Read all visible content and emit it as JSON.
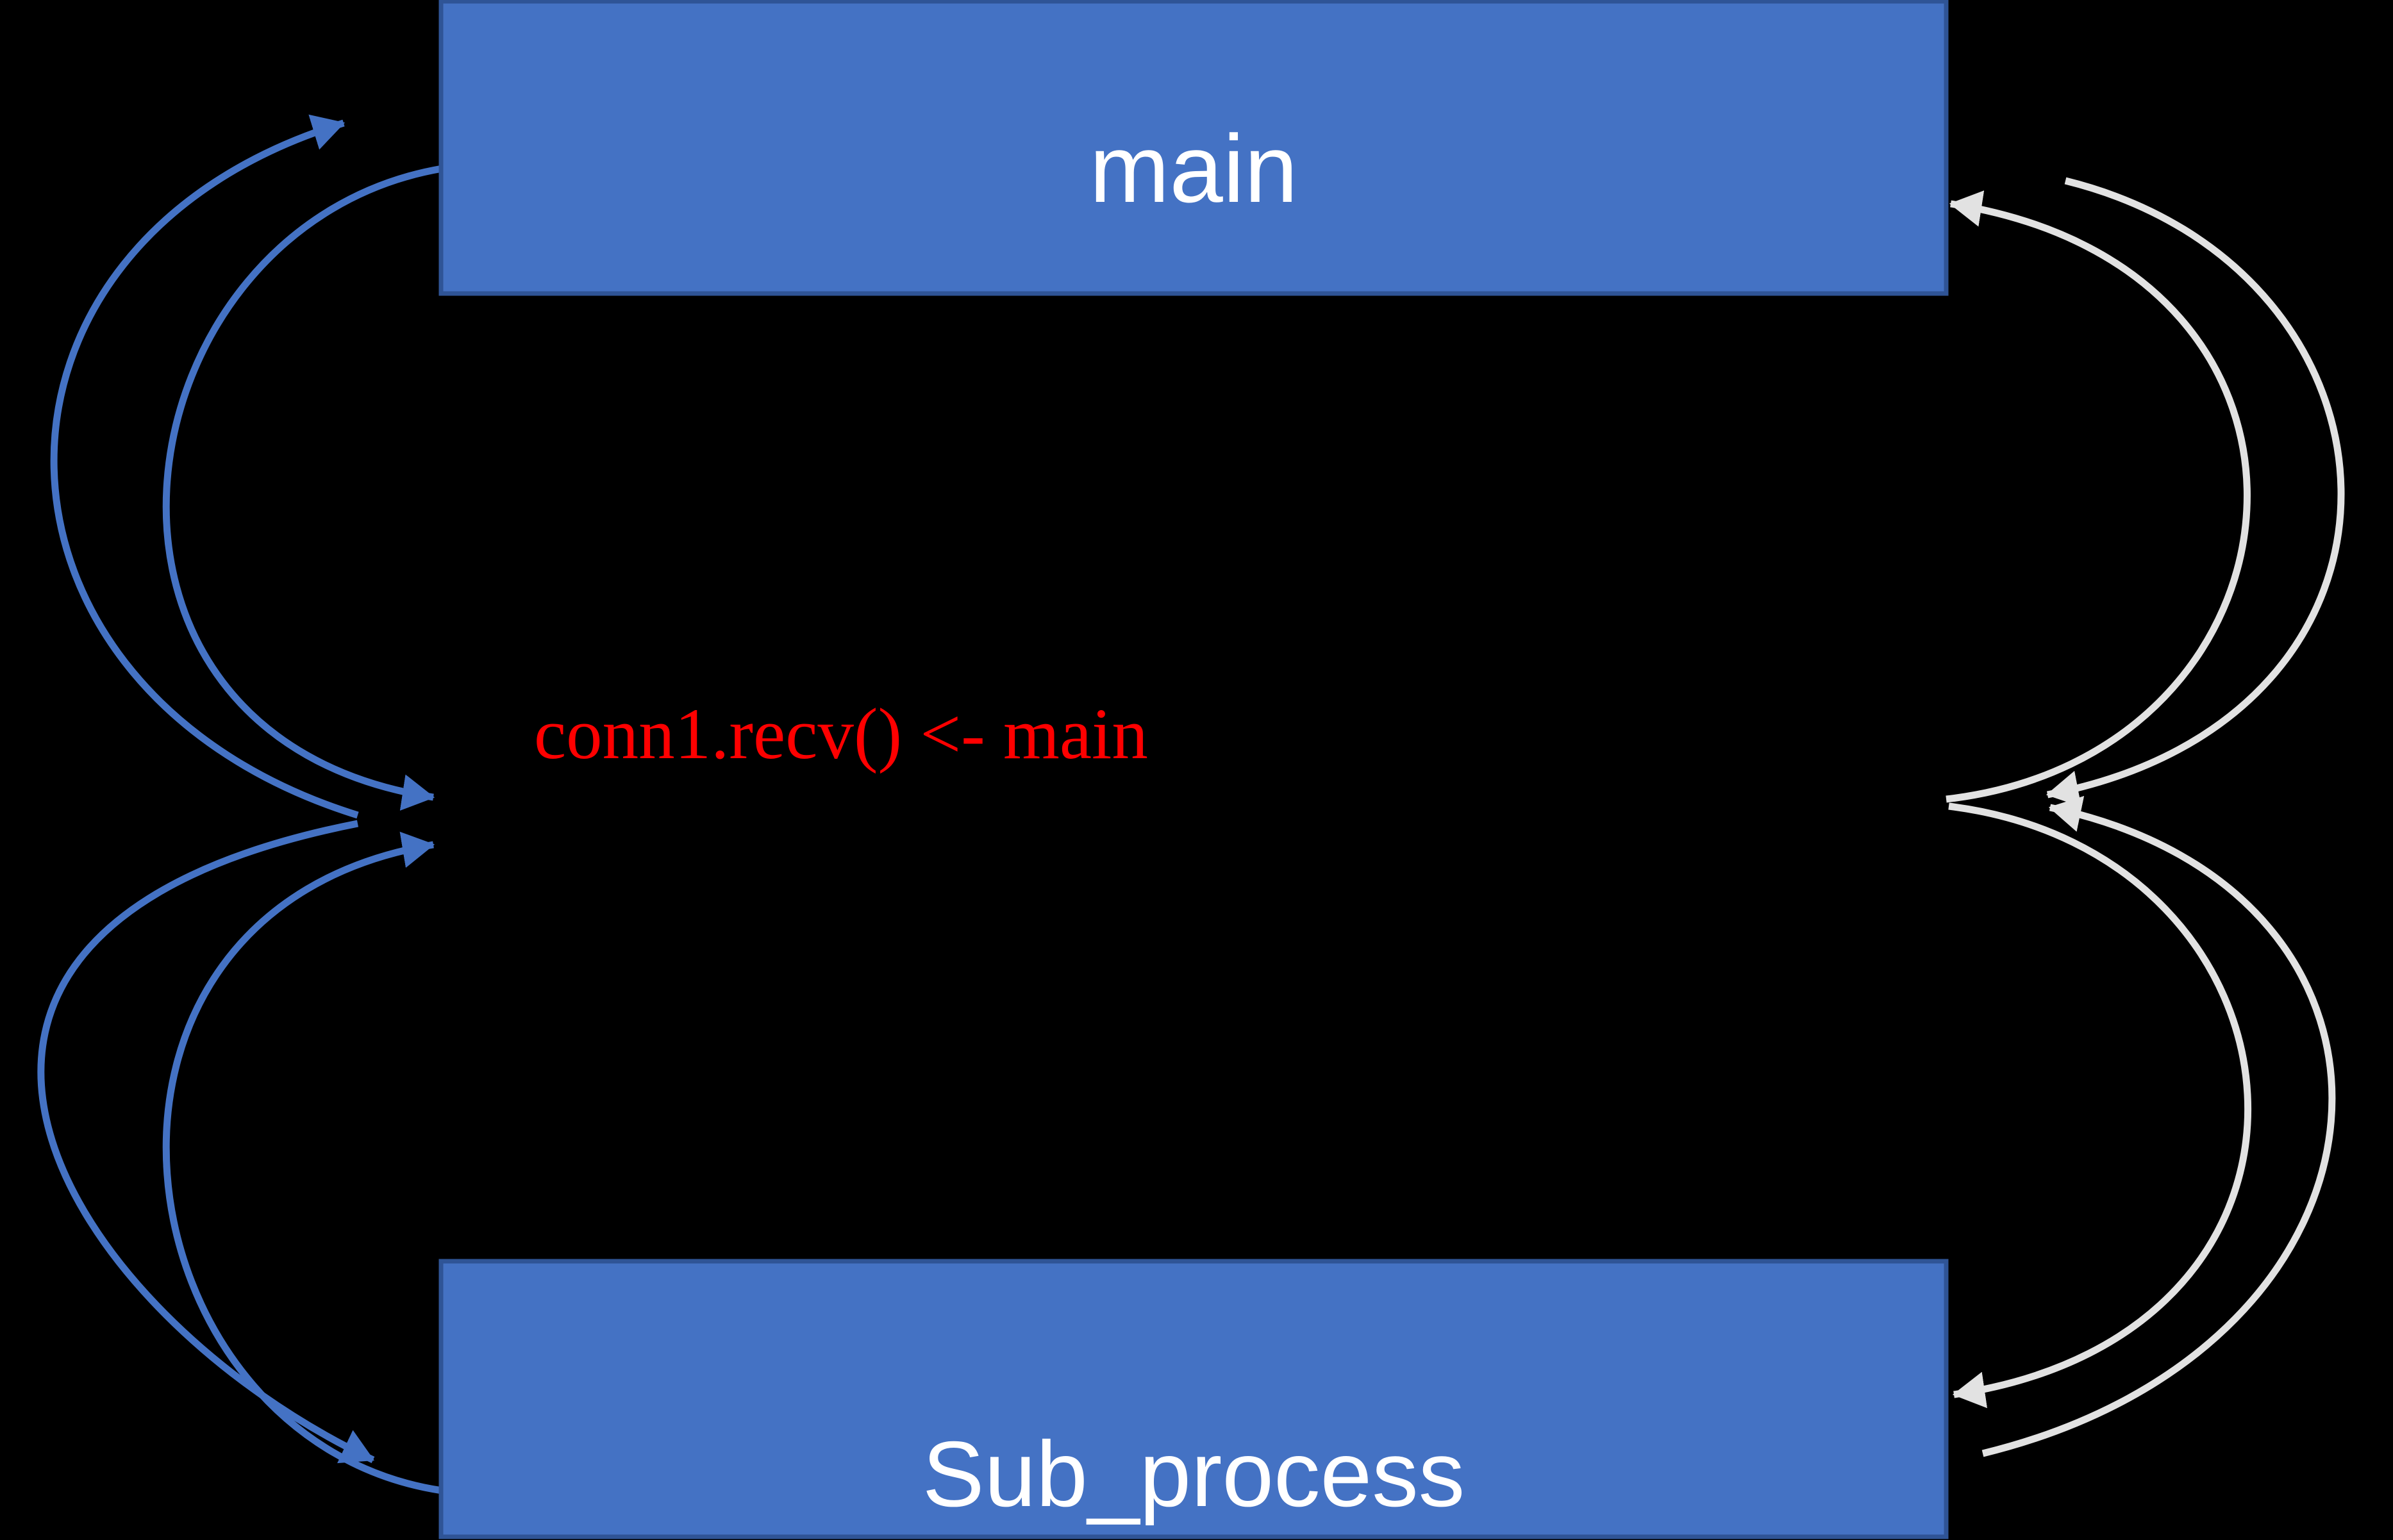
{
  "diagram": {
    "background": "#000000",
    "boxes": {
      "main": {
        "label": "main"
      },
      "sub_process": {
        "label": "Sub_process"
      }
    },
    "annotation": {
      "text": "conn1.recv() <- main"
    },
    "colors": {
      "box_fill": "#4472C4",
      "box_border": "#2F5496",
      "box_text": "#FFFFFF",
      "left_pipe": "#4472C4",
      "right_pipe": "#E2E2E2",
      "annotation_text": "#FF0000"
    },
    "arrows": {
      "left": [
        {
          "name": "blue-arrow-hub-to-main"
        },
        {
          "name": "blue-arrow-main-to-hub"
        },
        {
          "name": "blue-arrow-hub-to-sub"
        },
        {
          "name": "blue-arrow-sub-to-hub"
        }
      ],
      "right": [
        {
          "name": "gray-arrow-hub-to-main"
        },
        {
          "name": "gray-arrow-main-to-hub"
        },
        {
          "name": "gray-arrow-hub-to-sub"
        },
        {
          "name": "gray-arrow-sub-to-hub"
        }
      ]
    }
  }
}
